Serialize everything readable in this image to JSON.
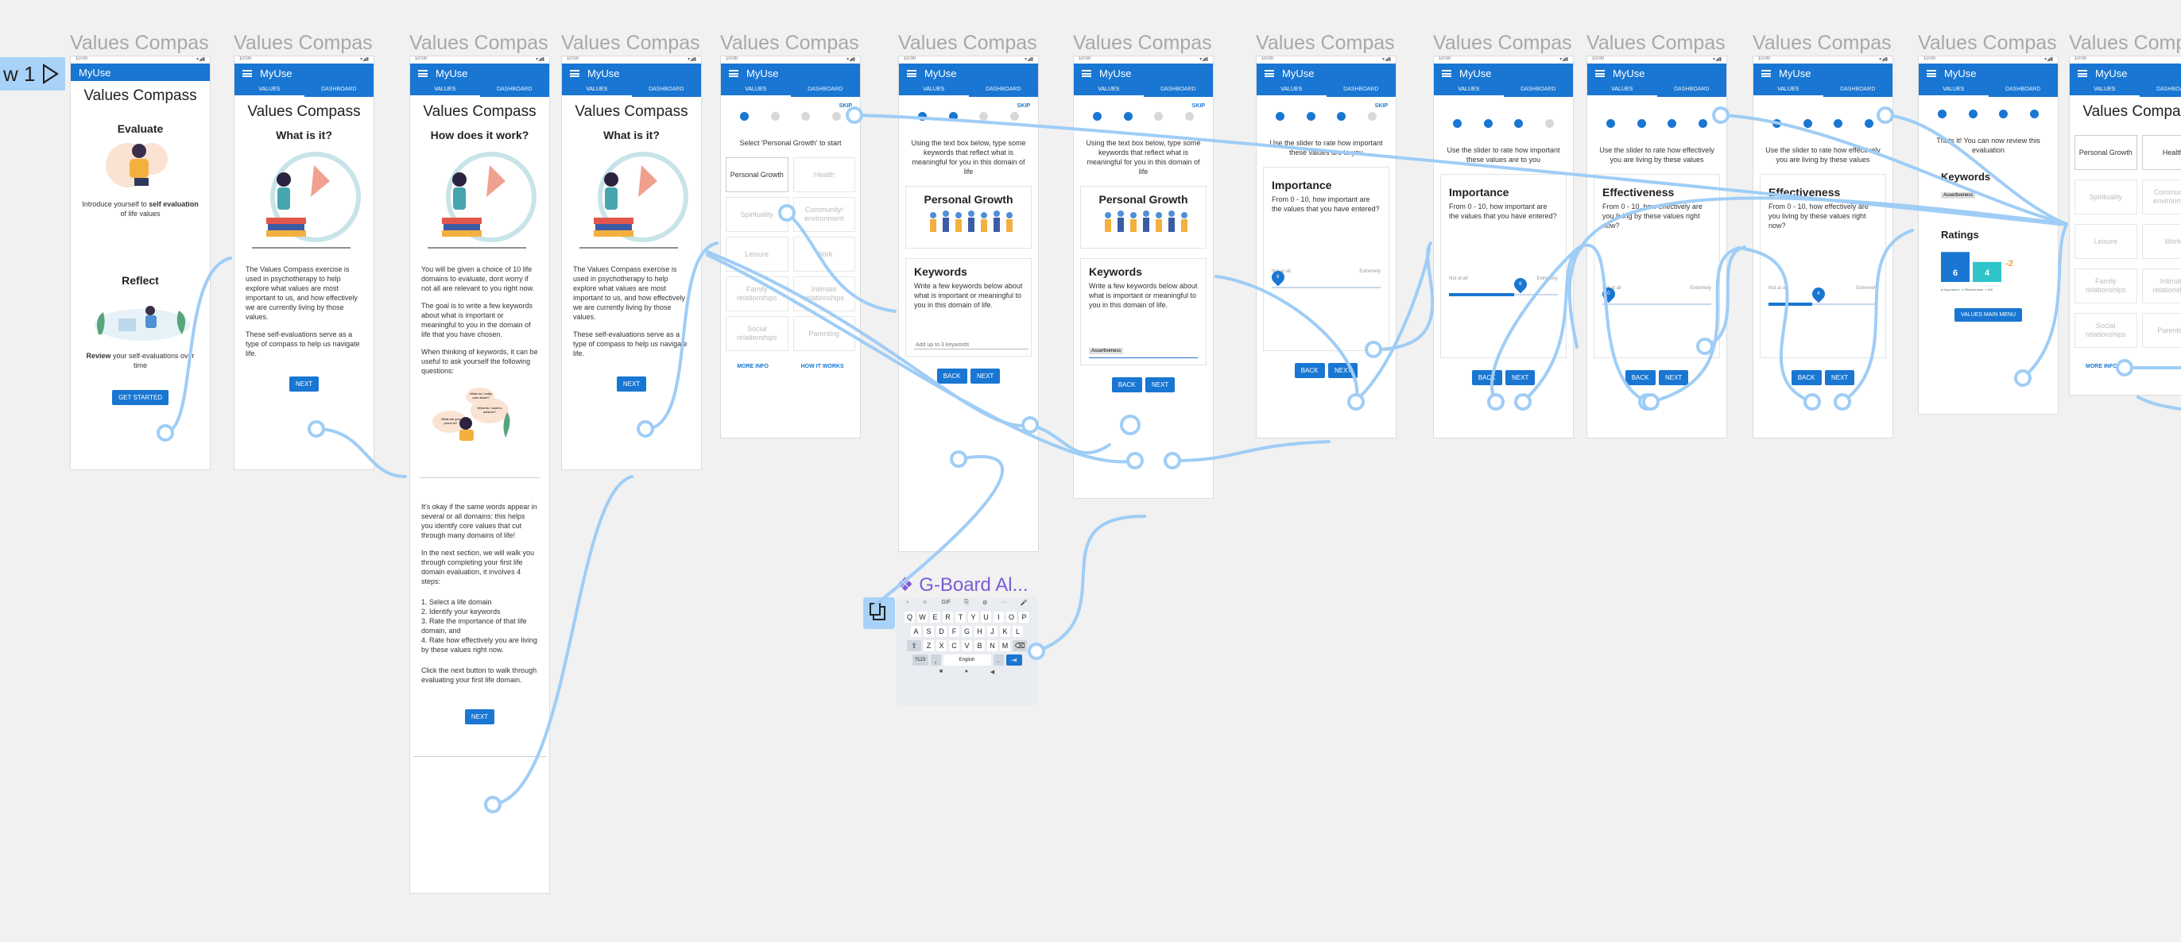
{
  "flow": {
    "label": "w 1"
  },
  "colors": {
    "primary": "#1976d2",
    "wire": "#9fcdf6",
    "canvas": "#f1f1f1",
    "title_gray": "#a8a8a8"
  },
  "app": {
    "name": "MyUse",
    "tab_values": "VALUES",
    "tab_dashboard": "DASHBOARD",
    "status_time": "10:00",
    "status_icons": "▾◢▮"
  },
  "frame_title": "Values Compass",
  "frames": {
    "f1": {
      "title": "Values Compass",
      "h1": "Evaluate",
      "intro_pre": "Introduce yourself to ",
      "intro_bold": "self evaluation",
      "intro_post": " of life values",
      "h2": "Reflect",
      "review_bold": "Review",
      "review_rest": " your self-evaluations over time",
      "button": "GET STARTED"
    },
    "f2": {
      "title": "Values Compass",
      "h": "What is it?",
      "p1": "The Values Compass exercise is used in psychotherapy to help explore what values are most important to us, and how effectively we are currently living by those values.",
      "p2": "These self-evaluations serve as a type of compass to help us navigate life.",
      "button": "NEXT"
    },
    "f3": {
      "title": "Values Compass",
      "h": "How does it work?",
      "p1": "You will be given a choice of 10 life domains to evaluate, dont worry if not all are relevant to you right now.",
      "p2": "The goal is to write a few keywords about what is important or meaningful to you in the domain of life that you have chosen.",
      "p3": "When thinking of keywords, it can be useful to ask yourself the following questions:",
      "bubble1": "What are you proud of?",
      "bubble2": "What do I want to achieve?",
      "bubble3": "What do I really care about?",
      "p4": "It's okay if the same words appear in several or all domains: this helps you identify core values that cut through many domains of life!",
      "p5": "In the next section, we will walk you through completing your first life domain evaluation, it involves 4 steps:",
      "s1": "1. Select a life domain",
      "s2": "2. Identify your keywords",
      "s3": "3. Rate the importance of that life domain, and",
      "s4": "4. Rate how effectively you are living by these values right now.",
      "p6": "Click the next button to walk through evaluating your first life domain.",
      "button": "NEXT"
    },
    "f4": {
      "title": "Values Compass",
      "h": "What is it?",
      "p1": "The Values Compass exercise is used in psychotherapy to help explore what values are most important to us, and how effectively we are currently living by those values.",
      "p2": "These self-evaluations serve as a type of compass to help us navigate life.",
      "button": "NEXT"
    },
    "f5": {
      "title": "Values Compass",
      "skip": "SKIP",
      "prompt": "Select 'Personal Growth' to start",
      "domains": [
        "Personal Growth",
        "Health",
        "Spirituality",
        "Community/ environment",
        "Leisure",
        "Work",
        "Family relationships",
        "Intimate relationships",
        "Social relationships",
        "Parenting"
      ],
      "more_info": "MORE INFO",
      "how_it_works": "HOW IT WORKS"
    },
    "f6": {
      "title": "Values Compass",
      "skip": "SKIP",
      "prompt": "Using the text box below, type some keywords that reflect what is meaningful for you in this domain of life",
      "domain": "Personal Growth",
      "kw_h": "Keywords",
      "kw_p": "Write a few keywords below about what is important or meaningful to you in this domain of life.",
      "placeholder": "Add up to 3 keywords",
      "back": "BACK",
      "next": "NEXT"
    },
    "f7": {
      "title": "Values Compass",
      "skip": "SKIP",
      "prompt": "Using the text box below, type some keywords that reflect what is meaningful for you in this domain of life",
      "domain": "Personal Growth",
      "kw_h": "Keywords",
      "kw_p": "Write a few keywords below about what is important or meaningful to you in this domain of life.",
      "chip": "Assertiveness",
      "back": "BACK",
      "next": "NEXT"
    },
    "f8": {
      "title": "Values Compass",
      "skip": "SKIP",
      "prompt": "Use the slider to rate how important these values are to you",
      "card_h": "Importance",
      "card_p": "From 0 - 10, how important are the values that you have entered?",
      "min": "Not at all",
      "max": "Extremely",
      "value": "6",
      "back": "BACK",
      "next": "NEXT"
    },
    "f9": {
      "title": "Values Compass",
      "prompt": "Use the slider to rate how important these values are to you",
      "card_h": "Importance",
      "card_p": "From 0 - 10, how important are the values that you have entered?",
      "min": "Not at all",
      "max": "Extremely",
      "value": "6",
      "back": "BACK",
      "next": "NEXT"
    },
    "f10": {
      "title": "Values Compass",
      "prompt": "Use the slider to rate how effectively you are living by these values",
      "card_h": "Effectiveness",
      "card_p": "From 0 - 10, how effectively are you living by these values right now?",
      "min": "Not at all",
      "max": "Extremely",
      "value": "0",
      "back": "BACK",
      "next": "NEXT"
    },
    "f11": {
      "title": "Values Compass",
      "prompt": "Use the slider to rate how effectively you are living by these values",
      "card_h": "Effectiveness",
      "card_p": "From 0 - 10, how effectively are you living by these values right now?",
      "min": "Not at all",
      "max": "Extremely",
      "value": "4",
      "back": "BACK",
      "next": "NEXT"
    },
    "f12": {
      "title": "Values Compass",
      "prompt": "Thats it! You can now review this evaluation",
      "kw_h": "Keywords",
      "chip": "Assertiveness",
      "ratings_h": "Ratings",
      "imp_value": "6",
      "eff_value": "4",
      "diff_value": "-2",
      "legend_imp": "Importance",
      "legend_eff": "Effectiveness",
      "legend_diff": "Diff",
      "button": "VALUES MAIN MENU"
    },
    "f13": {
      "title": "Values Compass",
      "heading": "Values Compass",
      "domains": [
        "Personal Growth",
        "Health",
        "Spirituality",
        "Community/ environment",
        "Leisure",
        "Work",
        "Family relationships",
        "Intimate relationships",
        "Social relationships",
        "Parenting"
      ],
      "more_info": "MORE INFO"
    }
  },
  "keyboard": {
    "component_title": "G-Board Al...",
    "tools": [
      "›",
      "☺",
      "GIF",
      "⎘",
      "⚙",
      "···",
      "🎤"
    ],
    "row1": [
      "Q",
      "W",
      "E",
      "R",
      "T",
      "Y",
      "U",
      "I",
      "O",
      "P"
    ],
    "row2": [
      "A",
      "S",
      "D",
      "F",
      "G",
      "H",
      "J",
      "K",
      "L"
    ],
    "row3": [
      "Z",
      "X",
      "C",
      "V",
      "B",
      "N",
      "M"
    ],
    "sym": "?123",
    "comma": ",",
    "space": "English",
    "period": ".",
    "shift": "⇧",
    "backspace": "⌫",
    "enter": "⇥"
  }
}
